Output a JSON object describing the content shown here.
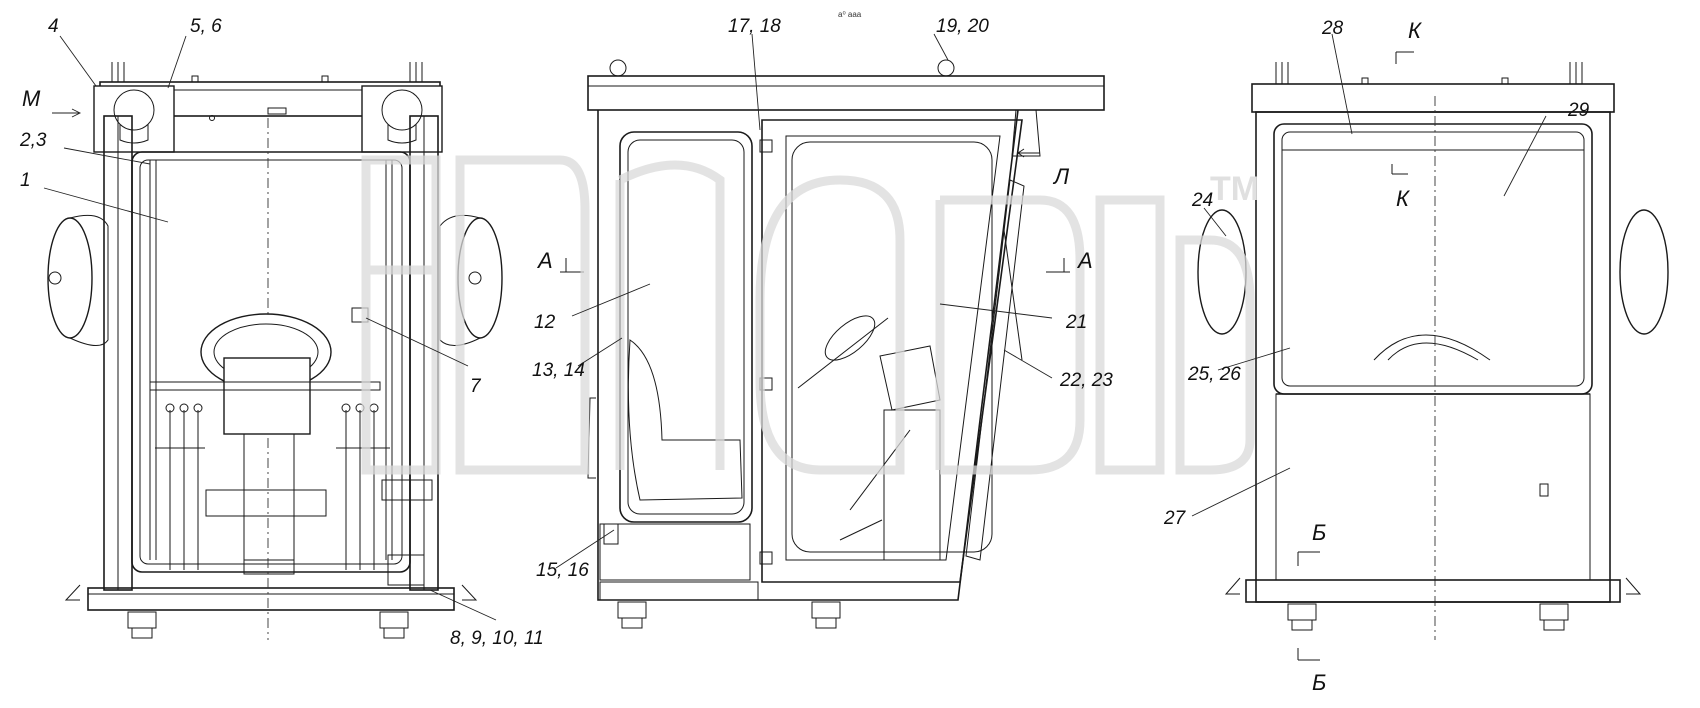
{
  "drawing": {
    "header_mark": "а⁰ ааа",
    "labels": {
      "l4": "4",
      "l56": "5, 6",
      "lM": "М",
      "l23": "2,3",
      "l1": "1",
      "l7": "7",
      "l891011": "8, 9, 10, 11",
      "l1718": "17, 18",
      "l1920": "19, 20",
      "lL": "Л",
      "lA1": "А",
      "lA2": "А",
      "l12": "12",
      "l1314": "13, 14",
      "l21": "21",
      "l2223": "22, 23",
      "l1516": "15, 16",
      "l28": "28",
      "lK1": "К",
      "lK2": "К",
      "l29": "29",
      "l24": "24",
      "l2526": "25, 26",
      "l27": "27",
      "lB1": "Б",
      "lB2": "Б"
    },
    "watermark": {
      "text": "TM"
    }
  }
}
